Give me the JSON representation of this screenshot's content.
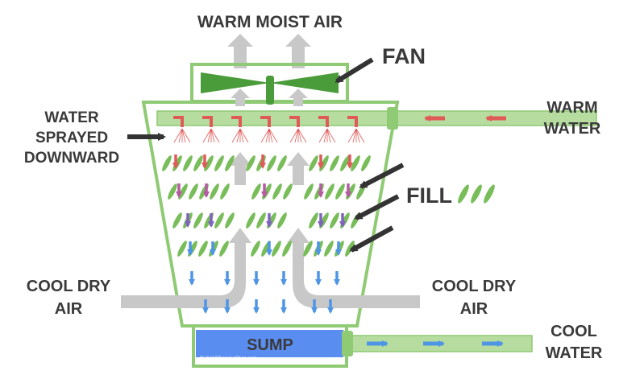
{
  "labels": {
    "warm_moist_air": "WARM MOIST AIR",
    "fan": "FAN",
    "water_sprayed": [
      "WATER",
      "SPRAYED",
      "DOWNWARD"
    ],
    "warm_water": [
      "WARM",
      "WATER"
    ],
    "fill": "FILL",
    "cool_dry_air_left": [
      "COOL DRY",
      "AIR"
    ],
    "cool_dry_air_right": [
      "COOL DRY",
      "AIR"
    ],
    "sump": "SUMP",
    "cool_water": [
      "COOL",
      "WATER"
    ],
    "credit": "© HVACTrainingShop.com"
  },
  "colors": {
    "frame_green": "#8fca74",
    "pipe_fill": "#b7dc9f",
    "fan_green": "#4a9c3a",
    "leaf_green": "#79bd5a",
    "air_grey": "#c8c8c8",
    "pointer": "#333333",
    "hot_red": "#e05a5a",
    "warm_pink": "#b65aa4",
    "mid_purple": "#7f64bf",
    "cool_blue": "#4f95e6",
    "sump_blue": "#5a8df0",
    "label_text": "#3a3a3a"
  },
  "icons": {
    "nozzle": "spray-nozzle-icon",
    "fill_leaf": "fill-media-icon",
    "fan": "fan-icon"
  }
}
